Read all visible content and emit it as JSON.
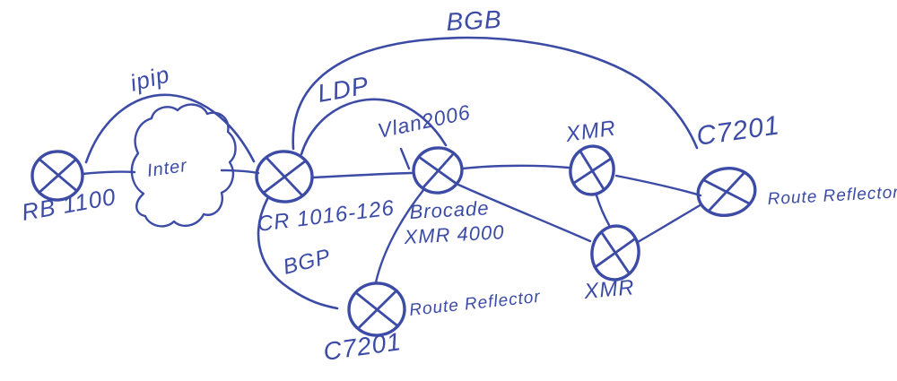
{
  "diagram": {
    "colors": {
      "ink": "#3c4ba5",
      "ink_dark": "#2e3d96",
      "paper": "#ffffff"
    },
    "cloud": {
      "label": "Inter"
    },
    "nodes": {
      "rb1100": {
        "label": "RB 1100"
      },
      "ccr": {
        "label": "CR 1016-126"
      },
      "brocade": {
        "label_line1": "Brocade",
        "label_line2": "XMR 4000"
      },
      "xmr_top": {
        "label": "XMR"
      },
      "xmr_bottom": {
        "label": "XMR"
      },
      "c7201_bottom": {
        "label": "C7201",
        "role": "Route Reflector"
      },
      "c7201_right": {
        "label": "C7201",
        "role": "Route Reflector"
      }
    },
    "link_labels": {
      "ipip": "ipip",
      "ldp": "LDP",
      "bgb": "BGB",
      "bgp": "BGP",
      "vlan": "Vlan2006"
    }
  }
}
